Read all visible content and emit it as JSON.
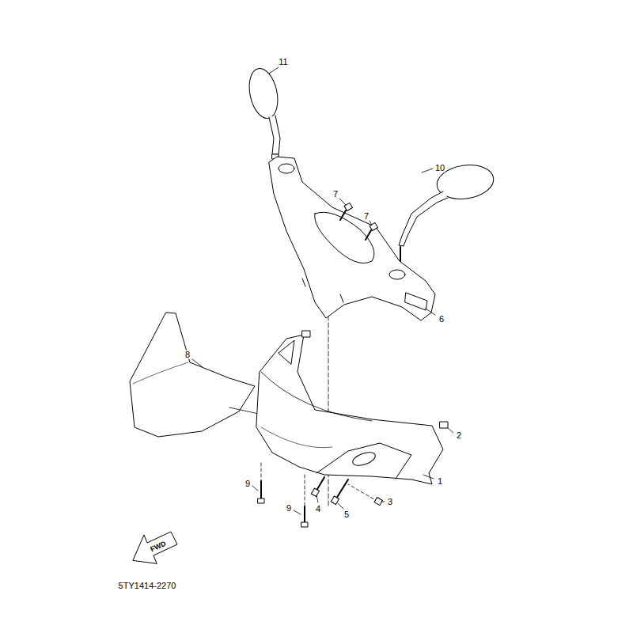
{
  "diagram": {
    "labels": [
      "11",
      "10",
      "7",
      "7",
      "6",
      "8",
      "2",
      "1",
      "9",
      "3",
      "4",
      "9",
      "5",
      "FWD",
      "5TY1414-2270"
    ]
  }
}
